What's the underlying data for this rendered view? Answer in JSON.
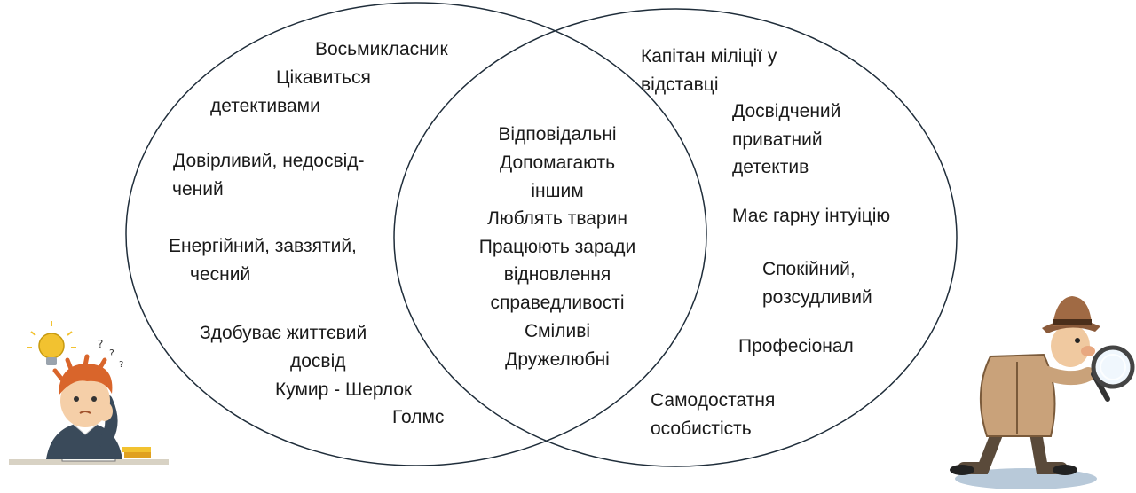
{
  "left_set": {
    "line_1": "Восьмикласник",
    "line_2": "Цікавиться",
    "line_3": "детективами",
    "line_4": "Довірливий, недосвід-",
    "line_5": "чений",
    "line_6": "Енергійний, завзятий,",
    "line_7": "чесний",
    "line_8": "Здобуває життєвий",
    "line_9": "досвід",
    "line_10": "Кумир - Шерлок",
    "line_11": "Голмс"
  },
  "intersection": [
    "Відповідальні",
    "Допомагають",
    "іншим",
    "Люблять тварин",
    "Працюють заради",
    "відновлення",
    "справедливості",
    "Сміливі",
    "Дружелюбні"
  ],
  "right_set": {
    "line_1": "Капітан міліції у",
    "line_2": "відставці",
    "line_3": "Досвідчений",
    "line_4": "приватний",
    "line_5": "детектив",
    "line_6": "Має гарну інтуіцію",
    "line_7": "Спокійний,",
    "line_8": "розсудливий",
    "line_9": "Професіонал",
    "line_10": "Самодостатня",
    "line_11": "особистість"
  },
  "colors": {
    "circle_stroke": "#1f2d3a",
    "text": "#1a1a1a",
    "detective_coat": "#c9a27a",
    "boy_hair": "#d9652b",
    "boy_shirt": "#3a4a5a",
    "bulb": "#f2c230"
  },
  "icons": {
    "left_illustration": "thinking-boy-icon",
    "right_illustration": "detective-magnifier-icon"
  }
}
